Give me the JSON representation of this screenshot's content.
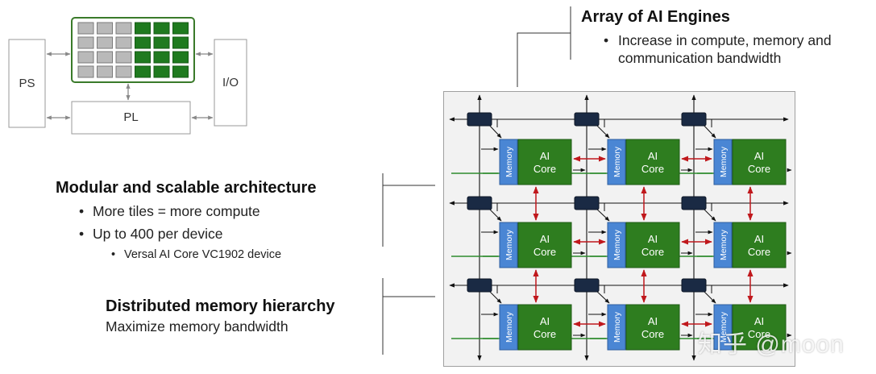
{
  "soc_diagram": {
    "ps_label": "PS",
    "io_label": "I/O",
    "pl_label": "PL"
  },
  "callouts": {
    "array": {
      "heading": "Array of AI Engines",
      "bullet_1": "Increase in compute, memory and",
      "bullet_1_cont": "communication bandwidth"
    },
    "modular": {
      "heading": "Modular and scalable architecture",
      "bullets": [
        "More tiles = more compute",
        "Up to 400 per device"
      ],
      "sub_bullets": [
        "Versal AI Core VC1902 device"
      ]
    },
    "memory": {
      "heading": "Distributed memory hierarchy",
      "subtitle": "Maximize memory bandwidth"
    }
  },
  "tile_labels": {
    "memory": "Memory",
    "core_line1": "AI",
    "core_line2": "Core"
  },
  "watermark": "知乎 @moon",
  "colors": {
    "green_core": "#2e7d1f",
    "blue_memory": "#4a86d4",
    "navy_switch": "#1a2a44",
    "red_arrow": "#c0181c",
    "green_arrow": "#2e8b2e",
    "panel_bg": "#f2f2f2"
  }
}
